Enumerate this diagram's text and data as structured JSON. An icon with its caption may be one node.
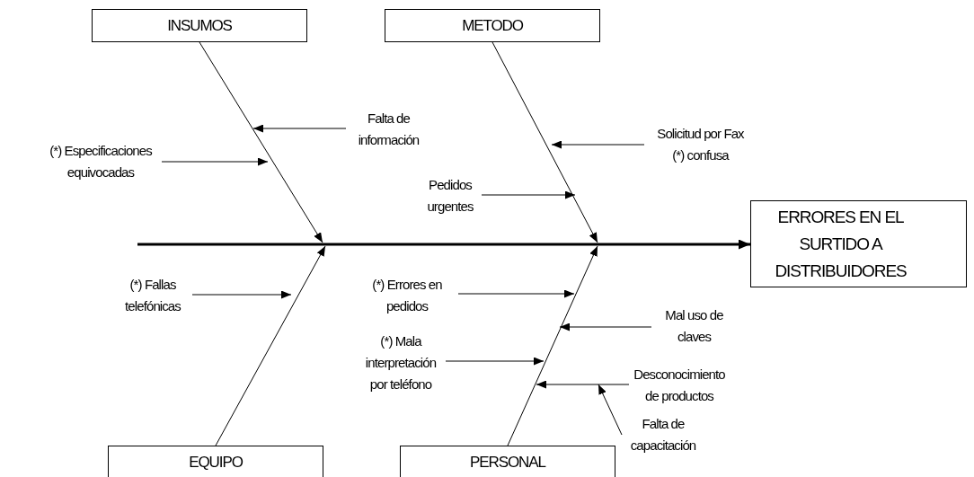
{
  "diagram": {
    "nodes": [
      {
        "text": [
          "INSUMOS"
        ]
      },
      {
        "text": [
          "METODO"
        ]
      },
      {
        "text": [
          "ERRORES EN EL SURTIDO A DISTRIBUIDORES"
        ]
      },
      {
        "text": [
          "EQUIPO"
        ]
      },
      {
        "text": [
          "PERSONAL"
        ]
      },
      {
        "text": [
          "Falta de información"
        ]
      },
      {
        "text": [
          "(*) Especificaciones equivocadas"
        ]
      },
      {
        "text": [
          "Solicitud por Fax (*) confusa"
        ]
      },
      {
        "text": [
          "Pedidos urgentes"
        ]
      },
      {
        "text": [
          "(*) Fallas telefónicas"
        ]
      },
      {
        "text": [
          "(*) Errores en pedidos"
        ]
      },
      {
        "text": [
          "Mal uso de claves"
        ]
      },
      {
        "text": [
          "(*) Mala interpretación por teléfono"
        ]
      },
      {
        "text": [
          "Desconocimiento de productos"
        ]
      },
      {
        "text": [
          "Falta de capacitación"
        ]
      }
    ],
    "edges": [
      {
        "from": 0,
        "to": null,
        "arrow": "to"
      },
      {
        "from": 1,
        "to": null,
        "arrow": "to"
      },
      {
        "from": 3,
        "to": null,
        "arrow": "to"
      },
      {
        "from": 4,
        "to": null,
        "arrow": "to"
      },
      {
        "from": null,
        "to": 2,
        "arrow": "to",
        "style": "thick"
      },
      {
        "from": 5,
        "to": null,
        "arrow": "to"
      },
      {
        "from": 6,
        "to": null,
        "arrow": "to"
      },
      {
        "from": 7,
        "to": null,
        "arrow": "to"
      },
      {
        "from": 8,
        "to": null,
        "arrow": "to"
      },
      {
        "from": 9,
        "to": null,
        "arrow": "to"
      },
      {
        "from": 10,
        "to": null,
        "arrow": "to"
      },
      {
        "from": 11,
        "to": null,
        "arrow": "to"
      },
      {
        "from": 12,
        "to": null,
        "arrow": "to"
      },
      {
        "from": 13,
        "to": null,
        "arrow": "to"
      },
      {
        "from": 14,
        "to": null,
        "arrow": "to"
      }
    ]
  }
}
